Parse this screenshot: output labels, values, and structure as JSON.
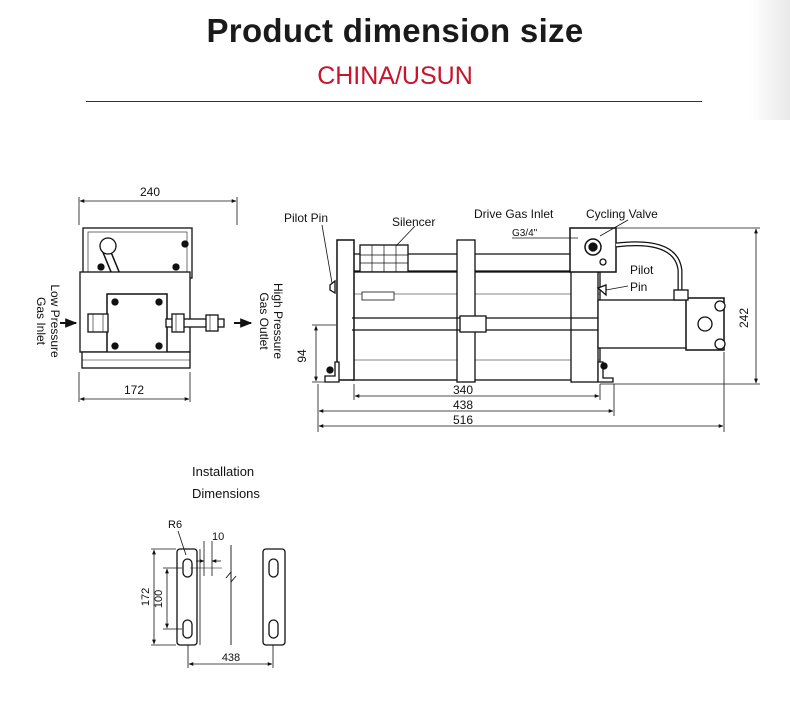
{
  "header": {
    "title": "Product dimension size",
    "subtitle": "CHINA/USUN",
    "accent_color": "#c8142c"
  },
  "side_view": {
    "width_label": "240",
    "base_label": "172",
    "inlet_line1": "Low Pressure",
    "inlet_line2": "Gas Inlet",
    "outlet_line1": "High Pressure",
    "outlet_line2": "Gas Outlet"
  },
  "front_view": {
    "pilot_pin_left": "Pilot Pin",
    "silencer": "Silencer",
    "drive_gas_inlet": "Drive Gas Inlet",
    "drive_thread": "G3/4\"",
    "cycling_valve": "Cycling Valve",
    "pilot_right_1": "Pilot",
    "pilot_right_2": "Pin",
    "height_label": "242",
    "mount_height_label": "94",
    "dim_340": "340",
    "dim_438": "438",
    "dim_516": "516"
  },
  "installation": {
    "title_line1": "Installation",
    "title_line2": "Dimensions",
    "radius_label": "R6",
    "slot_label": "10",
    "outer_height": "172",
    "hole_spacing": "100",
    "spacing_label": "438"
  }
}
